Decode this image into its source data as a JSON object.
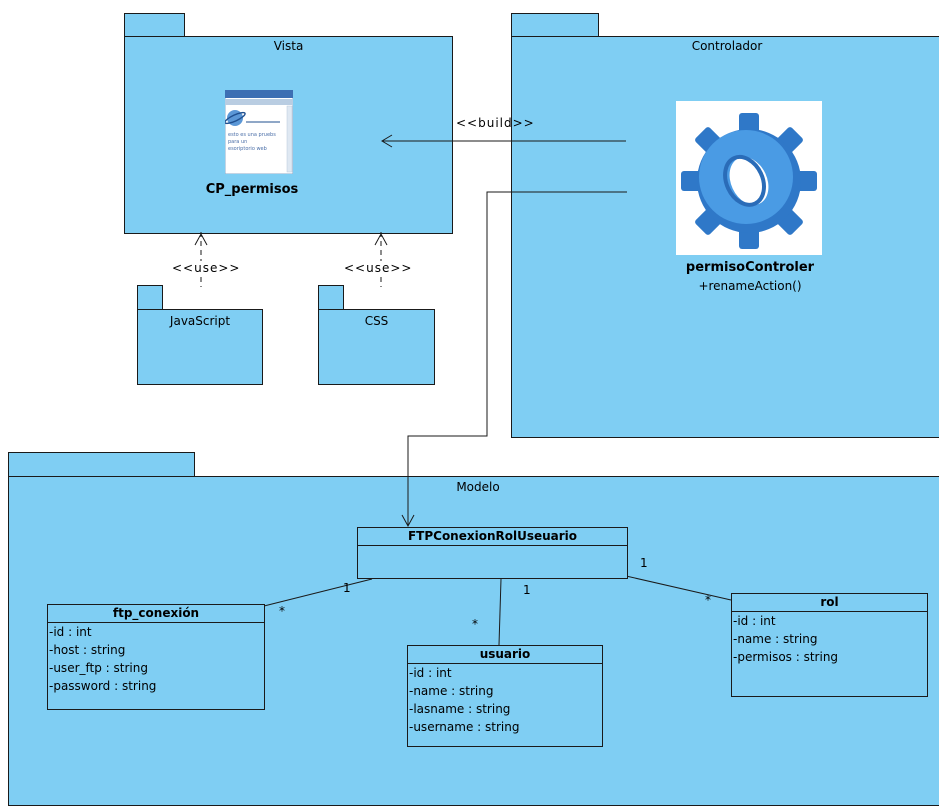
{
  "packages": {
    "vista": "Vista",
    "controlador": "Controlador",
    "javascript": "JavaScript",
    "css": "CSS",
    "modelo": "Modelo"
  },
  "vista_page": {
    "name": "CP_permisos",
    "thumb_text": [
      "esto es una pruebs",
      "para un",
      "esoriptorio web"
    ]
  },
  "controller": {
    "name": "permisoControler",
    "method": "+renameAction()"
  },
  "stereotypes": {
    "build": "<<build>>",
    "use_js": "<<use>>",
    "use_css": "<<use>>"
  },
  "classes": {
    "assoc": {
      "name": "FTPConexionRolUseuario"
    },
    "ftp": {
      "name": "ftp_conexión",
      "attrs": [
        "-id : int",
        "-host : string",
        "-user_ftp : string",
        "-password : string"
      ]
    },
    "usuario": {
      "name": "usuario",
      "attrs": [
        "-id : int",
        "-name : string",
        "-lasname : string",
        "-username : string"
      ]
    },
    "rol": {
      "name": "rol",
      "attrs": [
        "-id : int",
        "-name : string",
        "-permisos : string"
      ]
    }
  },
  "multiplicities": {
    "ftp_near_assoc": "1",
    "ftp_near_class": "*",
    "usuario_near_assoc": "1",
    "usuario_near_class": "*",
    "rol_near_assoc": "1",
    "rol_near_class": "*"
  },
  "colors": {
    "package_fill": "#7fcef3",
    "gear": "#3f8fdc",
    "line": "#1a1a1a"
  }
}
